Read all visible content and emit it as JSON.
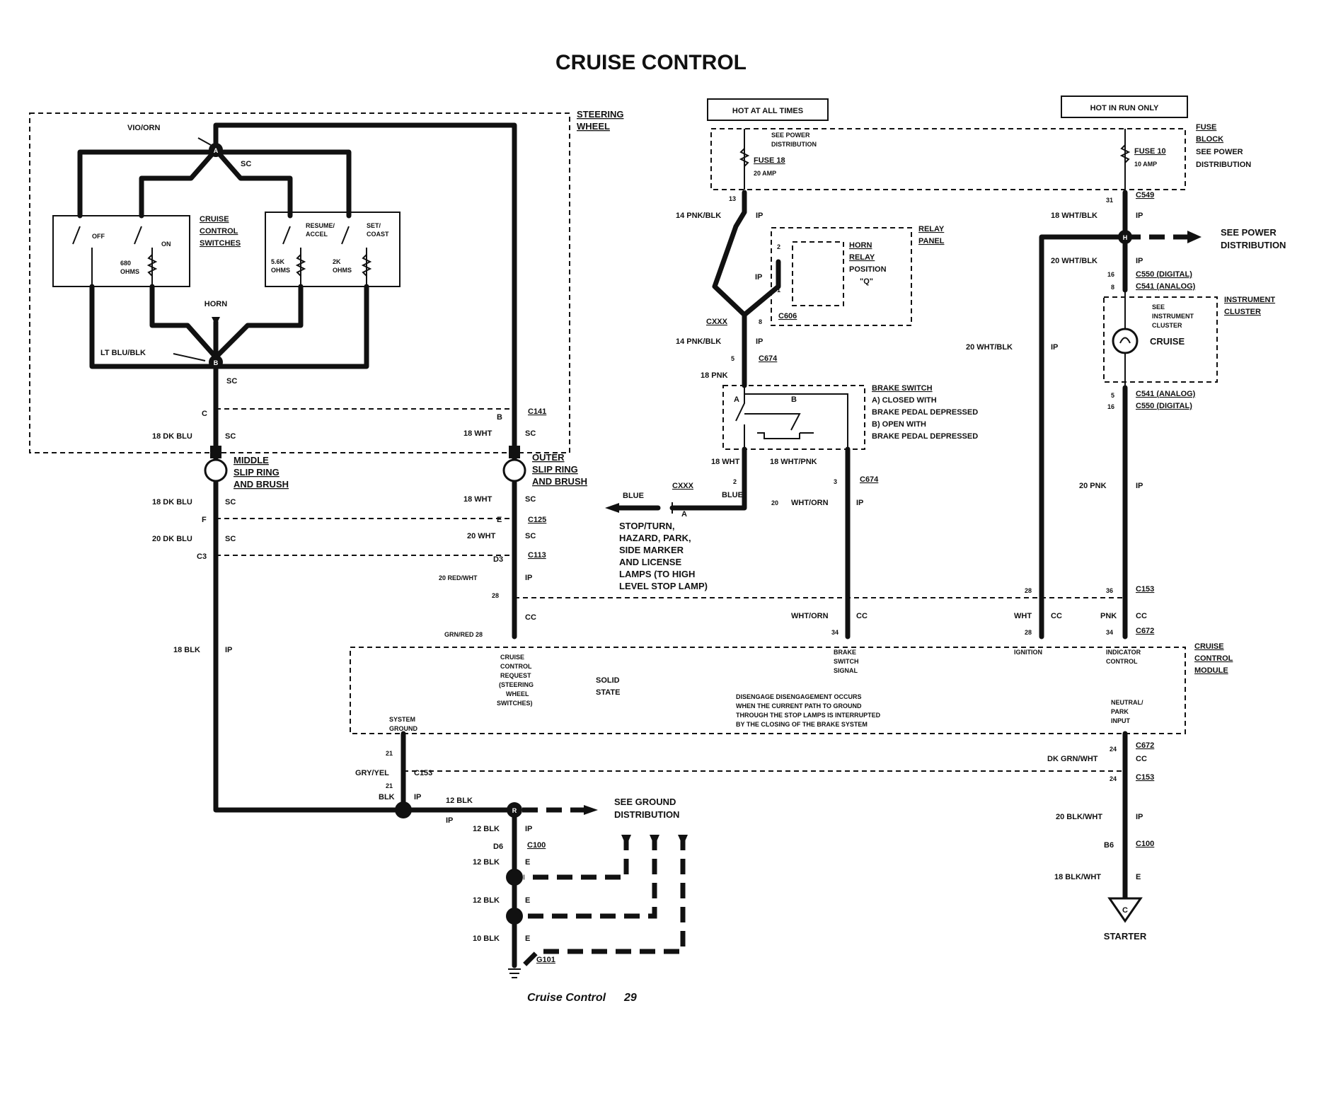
{
  "title": "CRUISE CONTROL",
  "footer": {
    "text": "Cruise Control",
    "page": "29"
  },
  "steering_wheel": {
    "label_1": "STEERING",
    "label_2": "WHEEL",
    "vio_orn": "VIO/ORN",
    "node_a": "A",
    "node_b": "B",
    "sc": "SC",
    "horn": "HORN",
    "lt_blu_blk": "LT BLU/BLK",
    "switch_label": [
      "CRUISE",
      "CONTROL",
      "SWITCHES"
    ],
    "off": "OFF",
    "on": "ON",
    "resistor_680": [
      "680",
      "OHMS"
    ],
    "resume": [
      "RESUME/",
      "ACCEL"
    ],
    "set": [
      "SET/",
      "COAST"
    ],
    "resistor_56k": [
      "5.6K",
      "OHMS"
    ],
    "resistor_2k": [
      "2K",
      "OHMS"
    ]
  },
  "left_circuit": {
    "conn_c": "C",
    "conn_b": "B",
    "c141": "C141",
    "w18_dk_blu": "18 DK BLU",
    "w18_wht": "18 WHT",
    "sc": "SC",
    "middle_slip": [
      "MIDDLE",
      "SLIP RING",
      "AND BRUSH"
    ],
    "outer_slip": [
      "OUTER",
      "SLIP RING",
      "AND BRUSH"
    ],
    "conn_f": "F",
    "conn_e": "E",
    "c125": "C125",
    "w20_dk_blu": "20 DK BLU",
    "w20_wht": "20 WHT",
    "c3": "C3",
    "d3": "D3",
    "c113": "C113",
    "w20_red_wht": "20 RED/WHT",
    "ip": "IP",
    "cc": "CC",
    "pin28": "28",
    "grn_red_28": "GRN/RED 28",
    "w18_blk": "18 BLK"
  },
  "power": {
    "hot_all": "HOT AT ALL TIMES",
    "hot_run": "HOT IN RUN ONLY",
    "fuse_block": [
      "FUSE",
      "BLOCK",
      "SEE POWER",
      "DISTRIBUTION"
    ],
    "see_power_dist_small": [
      "SEE POWER",
      "DISTRIBUTION"
    ],
    "fuse18": "FUSE 18",
    "fuse18_amp": "20 AMP",
    "fuse10": "FUSE 10",
    "fuse10_amp": "10 AMP",
    "pin13": "13",
    "pin31": "31",
    "c549": "C549",
    "w14_pnk_blk": "14 PNK/BLK",
    "w18_wht_blk": "18 WHT/BLK",
    "w20_wht_blk": "20 WHT/BLK",
    "see_power_right": [
      "SEE POWER",
      "DISTRIBUTION"
    ],
    "node_h": "H"
  },
  "relay": {
    "panel": [
      "RELAY",
      "PANEL"
    ],
    "horn_relay": [
      "HORN",
      "RELAY",
      "POSITION",
      "\"Q\""
    ],
    "pin2": "2",
    "pin1": "1",
    "pin8": "8",
    "ip": "IP",
    "c606": "C606",
    "cxxx": "CXXX",
    "w14_pnk_blk": "14 PNK/BLK",
    "pin5": "5",
    "c674": "C674",
    "w18_pnk": "18 PNK"
  },
  "brake": {
    "title": "BRAKE SWITCH",
    "desc": [
      "A) CLOSED WITH",
      "BRAKE PEDAL DEPRESSED",
      "B) OPEN WITH",
      "BRAKE PEDAL DEPRESSED"
    ],
    "a": "A",
    "b": "B",
    "w18_wht": "18 WHT",
    "w18_wht_pnk": "18 WHT/PNK",
    "pin2": "2",
    "pin3": "3",
    "c674": "C674",
    "blue": "BLUE",
    "blue2": "BLUE",
    "cxxx": "CXXX",
    "conn_a": "A",
    "pin20": "20",
    "wht_orn": "WHT/ORN",
    "ip": "IP",
    "lamps": [
      "STOP/TURN,",
      "HAZARD, PARK,",
      "SIDE MARKER",
      "AND LICENSE",
      "LAMPS (TO HIGH",
      "LEVEL STOP LAMP)"
    ],
    "wht_orn_cc": "WHT/ORN",
    "cc": "CC",
    "pin34": "34"
  },
  "cluster": {
    "c550": "C550 (DIGITAL)",
    "c541": "C541 (ANALOG)",
    "pin16": "16",
    "pin8": "8",
    "ip": "IP",
    "label": [
      "INSTRUMENT",
      "CLUSTER"
    ],
    "see": [
      "SEE",
      "INSTRUMENT",
      "CLUSTER"
    ],
    "cruise": "CRUISE",
    "w20_wht_blk": "20 WHT/BLK",
    "pin5": "5",
    "c541_b": "C541 (ANALOG)",
    "pin16b": "16",
    "c550_b": "C550  (DIGITAL)",
    "w20_pnk": "20 PNK"
  },
  "module": {
    "title": [
      "CRUISE",
      "CONTROL",
      "MODULE"
    ],
    "c153": "C153",
    "c672": "C672",
    "pin28": "28",
    "pin36": "36",
    "pin28b": "28",
    "pin34": "34",
    "wht": "WHT",
    "pnk": "PNK",
    "cc": "CC",
    "request": [
      "CRUISE",
      "CONTROL",
      "REQUEST",
      "(STEERING",
      "WHEEL",
      "SWITCHES)"
    ],
    "solid_state": [
      "SOLID",
      "STATE"
    ],
    "brake_signal": [
      "BRAKE",
      "SWITCH",
      "SIGNAL"
    ],
    "ignition": "IGNITION",
    "indicator": [
      "INDICATOR",
      "CONTROL"
    ],
    "disengage": [
      "DISENGAGE  DISENGAGEMENT OCCURS",
      "WHEN THE CURRENT PATH TO GROUND",
      "THROUGH THE STOP LAMPS IS INTERRUPTED",
      "BY THE CLOSING OF THE BRAKE SYSTEM"
    ],
    "system_ground": [
      "SYSTEM",
      "GROUND"
    ],
    "neutral": [
      "NEUTRAL/",
      "PARK",
      "INPUT"
    ]
  },
  "ground": {
    "pin21": "21",
    "gry_yel": "GRY/YEL",
    "c153": "C153",
    "pin21b": "21",
    "blk": "BLK",
    "ip": "IP",
    "w12_blk": "12 BLK",
    "node_r": "R",
    "see_ground": [
      "SEE GROUND",
      "DISTRIBUTION"
    ],
    "w12_blk_a": "12 BLK",
    "d6": "D6",
    "c100": "C100",
    "w12_blk_b": "12 BLK",
    "e": "E",
    "w12_blk_c": "12 BLK",
    "w10_blk": "10 BLK",
    "g101": "G101"
  },
  "starter": {
    "pin24": "24",
    "c672": "C672",
    "dk_grn_wht": "DK GRN/WHT",
    "cc": "CC",
    "pin24b": "24",
    "c153": "C153",
    "w20_blk_wht": "20 BLK/WHT",
    "ip": "IP",
    "b6": "B6",
    "c100": "C100",
    "w18_blk_wht": "18 BLK/WHT",
    "e": "E",
    "node_c": "C",
    "label": "STARTER"
  }
}
